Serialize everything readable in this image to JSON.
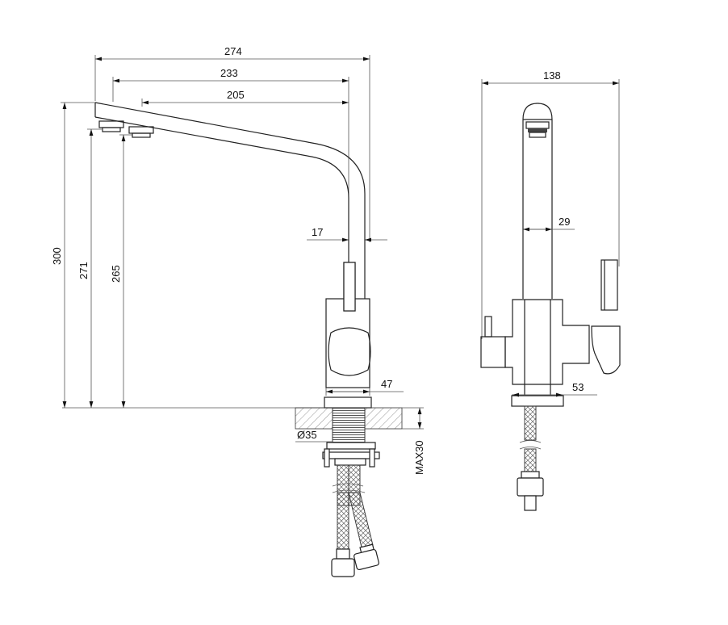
{
  "title": "Kitchen faucet technical drawing",
  "side_view": {
    "overall_length": "274",
    "spout_reach_outer": "233",
    "spout_reach_inner": "205",
    "spout_thickness": "17",
    "body_width": "47",
    "overall_height": "300",
    "outlet_height_1": "271",
    "outlet_height_2": "265",
    "shank_diameter": "Ø35",
    "max_counter_thickness": "MAX30"
  },
  "front_view": {
    "overall_width": "138",
    "spout_width": "29",
    "base_width": "53"
  }
}
